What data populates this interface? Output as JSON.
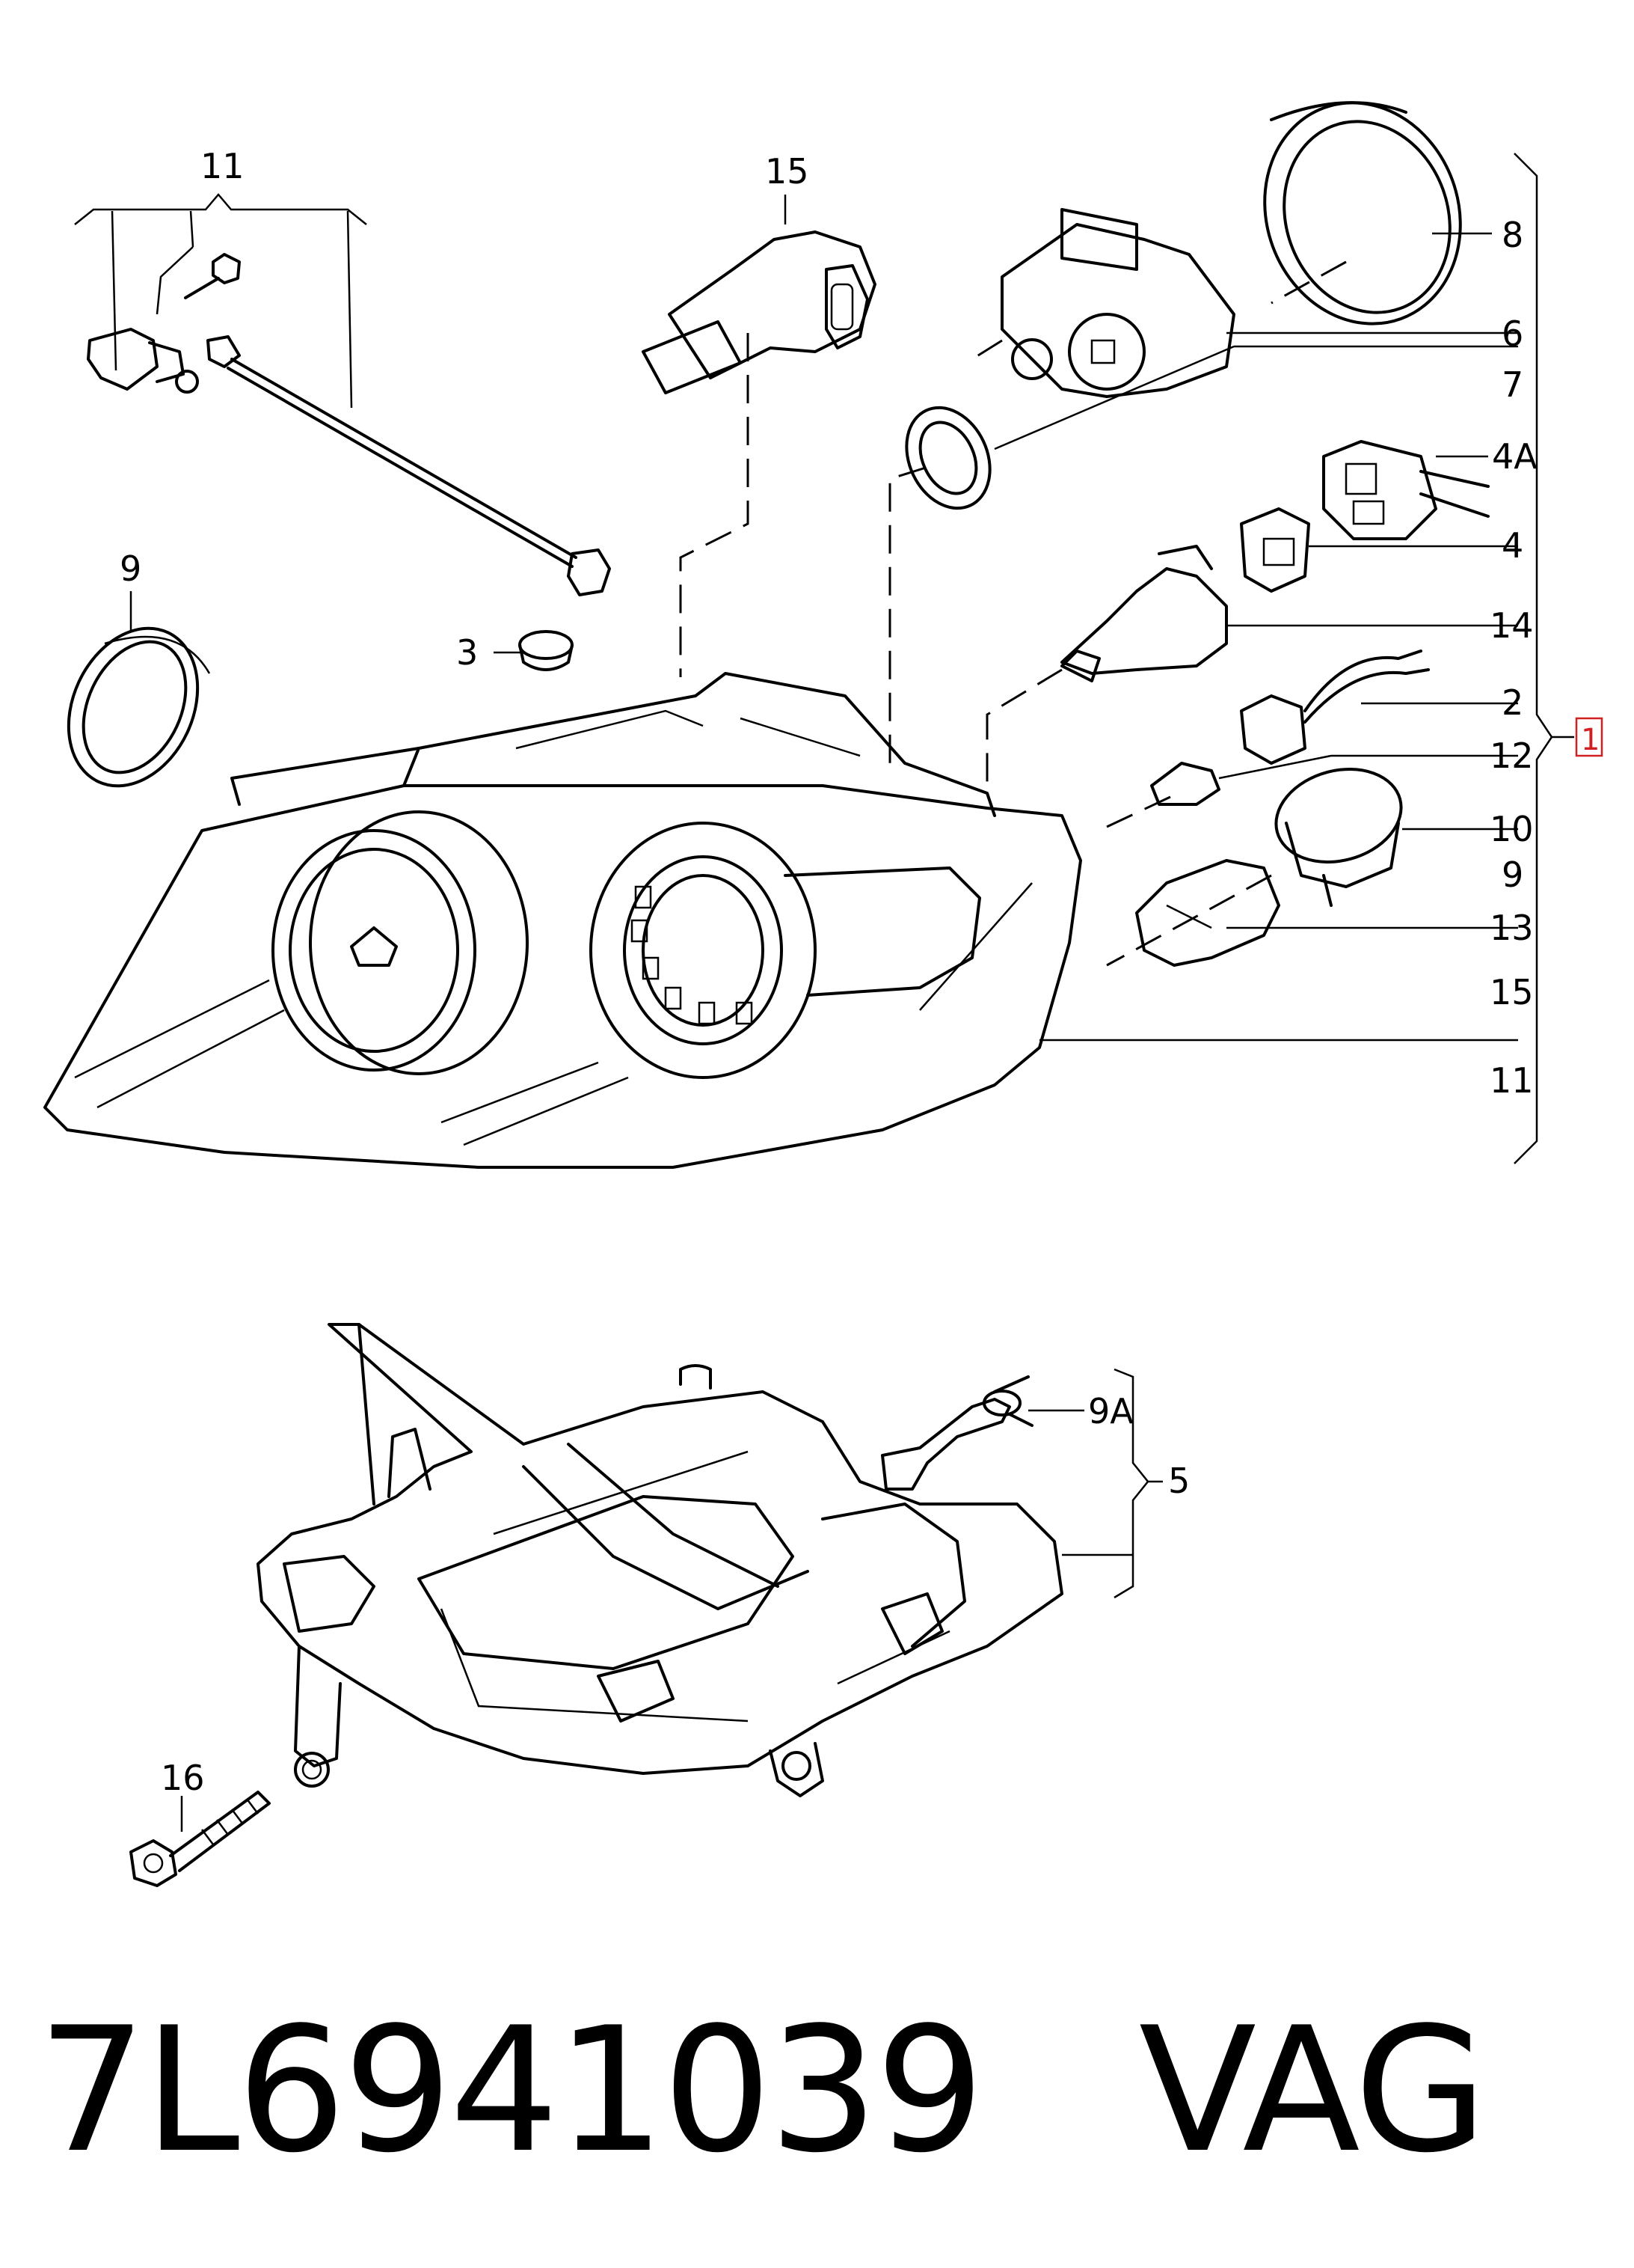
{
  "callouts": {
    "c11_top": "11",
    "c15_top": "15",
    "c9_left": "9",
    "c3": "3",
    "c8": "8",
    "c6": "6",
    "c7": "7",
    "c4A": "4A",
    "c4": "4",
    "c14": "14",
    "c2": "2",
    "c12": "12",
    "c1": "1",
    "c10": "10",
    "c9_right": "9",
    "c13": "13",
    "c15_right": "15",
    "c11_right": "11",
    "c9A": "9A",
    "c5": "5",
    "c16": "16"
  },
  "footer": {
    "part_number": "7L6941039",
    "brand": "VAG"
  }
}
